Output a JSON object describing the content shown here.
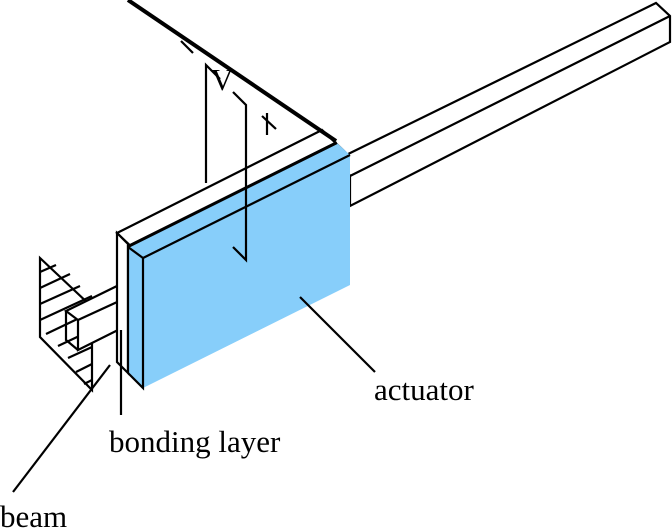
{
  "diagram": {
    "labels": {
      "voltage": "V",
      "actuator": "actuator",
      "bonding_layer": "bonding layer",
      "beam": "beam"
    },
    "colors": {
      "actuator_fill": "#87CEFA",
      "line": "#000000"
    }
  }
}
